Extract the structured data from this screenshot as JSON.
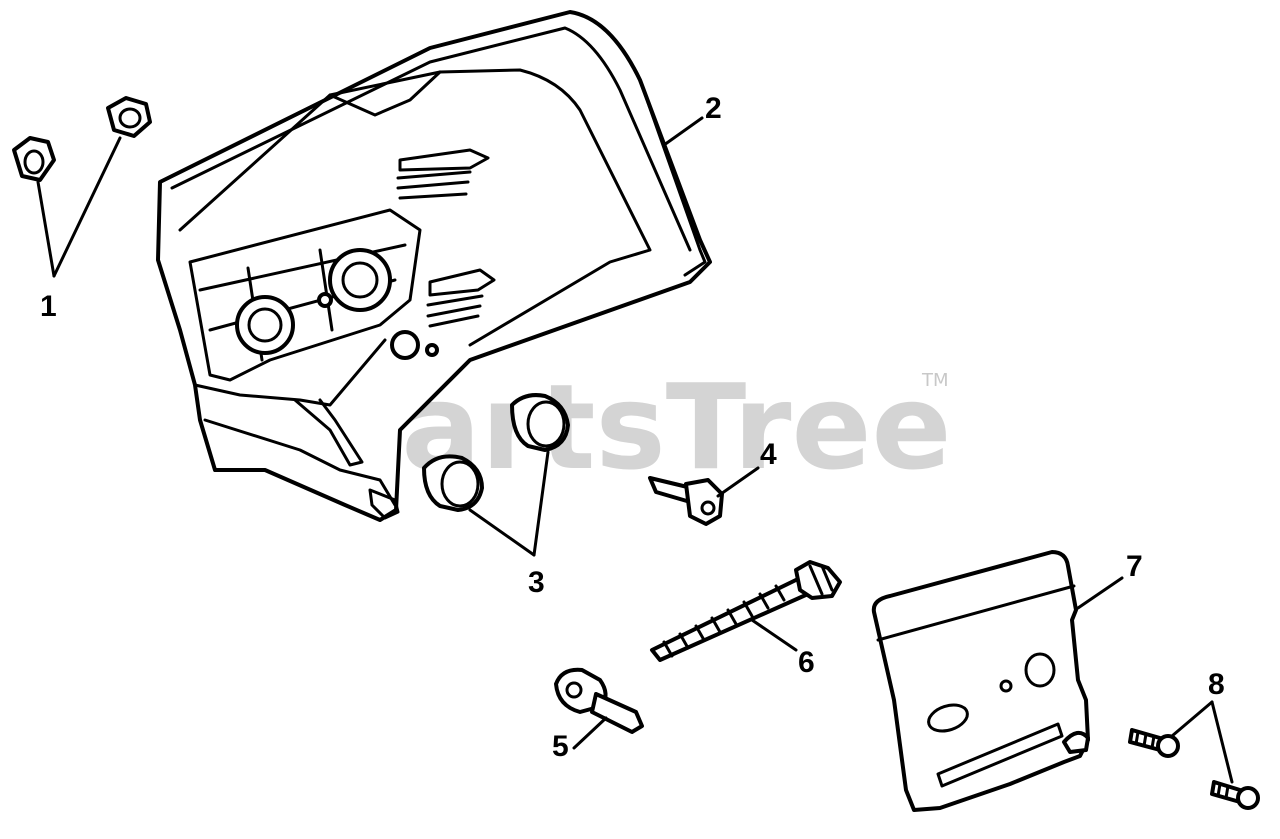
{
  "watermark": {
    "text": "PartsTree",
    "trademark": "TM"
  },
  "callouts": [
    {
      "id": "1",
      "label": "1"
    },
    {
      "id": "2",
      "label": "2"
    },
    {
      "id": "3",
      "label": "3"
    },
    {
      "id": "4",
      "label": "4"
    },
    {
      "id": "5",
      "label": "5"
    },
    {
      "id": "6",
      "label": "6"
    },
    {
      "id": "7",
      "label": "7"
    },
    {
      "id": "8",
      "label": "8"
    }
  ]
}
